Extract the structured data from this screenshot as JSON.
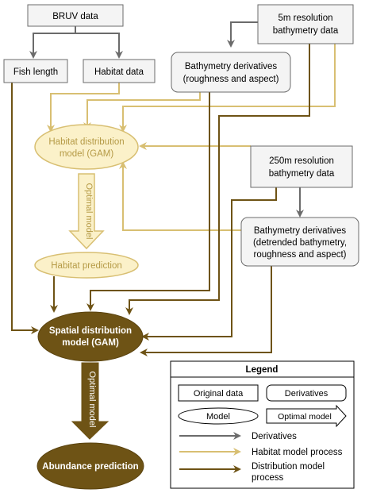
{
  "nodes": {
    "bruv": "BRUV data",
    "fish_length": "Fish length",
    "habitat_data": "Habitat data",
    "bathy5m": [
      "5m resolution",
      "bathymetry data"
    ],
    "deriv5m": [
      "Bathymetry derivatives",
      "(roughness and aspect)"
    ],
    "hab_gam": [
      "Habitat distribution",
      "model (GAM)"
    ],
    "bathy250m": [
      "250m resolution",
      "bathymetry data"
    ],
    "deriv250m": [
      "Bathymetry derivatives",
      "(detrended bathymetry,",
      "roughness and aspect)"
    ],
    "hab_pred": "Habitat prediction",
    "spatial_gam": [
      "Spatial distribution",
      "model (GAM)"
    ],
    "abundance": "Abundance prediction"
  },
  "arrow_labels": {
    "hab_optimal": "Optimal model",
    "dist_optimal": "Optimal model"
  },
  "legend": {
    "title": "Legend",
    "original_data": "Original data",
    "derivatives_box": "Derivatives",
    "model": "Model",
    "optimal_model": "Optimal model",
    "derivatives_line": "Derivatives",
    "habitat_line": "Habitat model process",
    "distribution_line": [
      "Distribution model",
      "process"
    ]
  },
  "colors": {
    "grey": "#6b6b6b",
    "habitat": "#d8bf72",
    "habitat_fill": "#fbf1c9",
    "habitat_text": "#b59a46",
    "distribution": "#6e5315",
    "box_fill": "#f4f4f4"
  }
}
